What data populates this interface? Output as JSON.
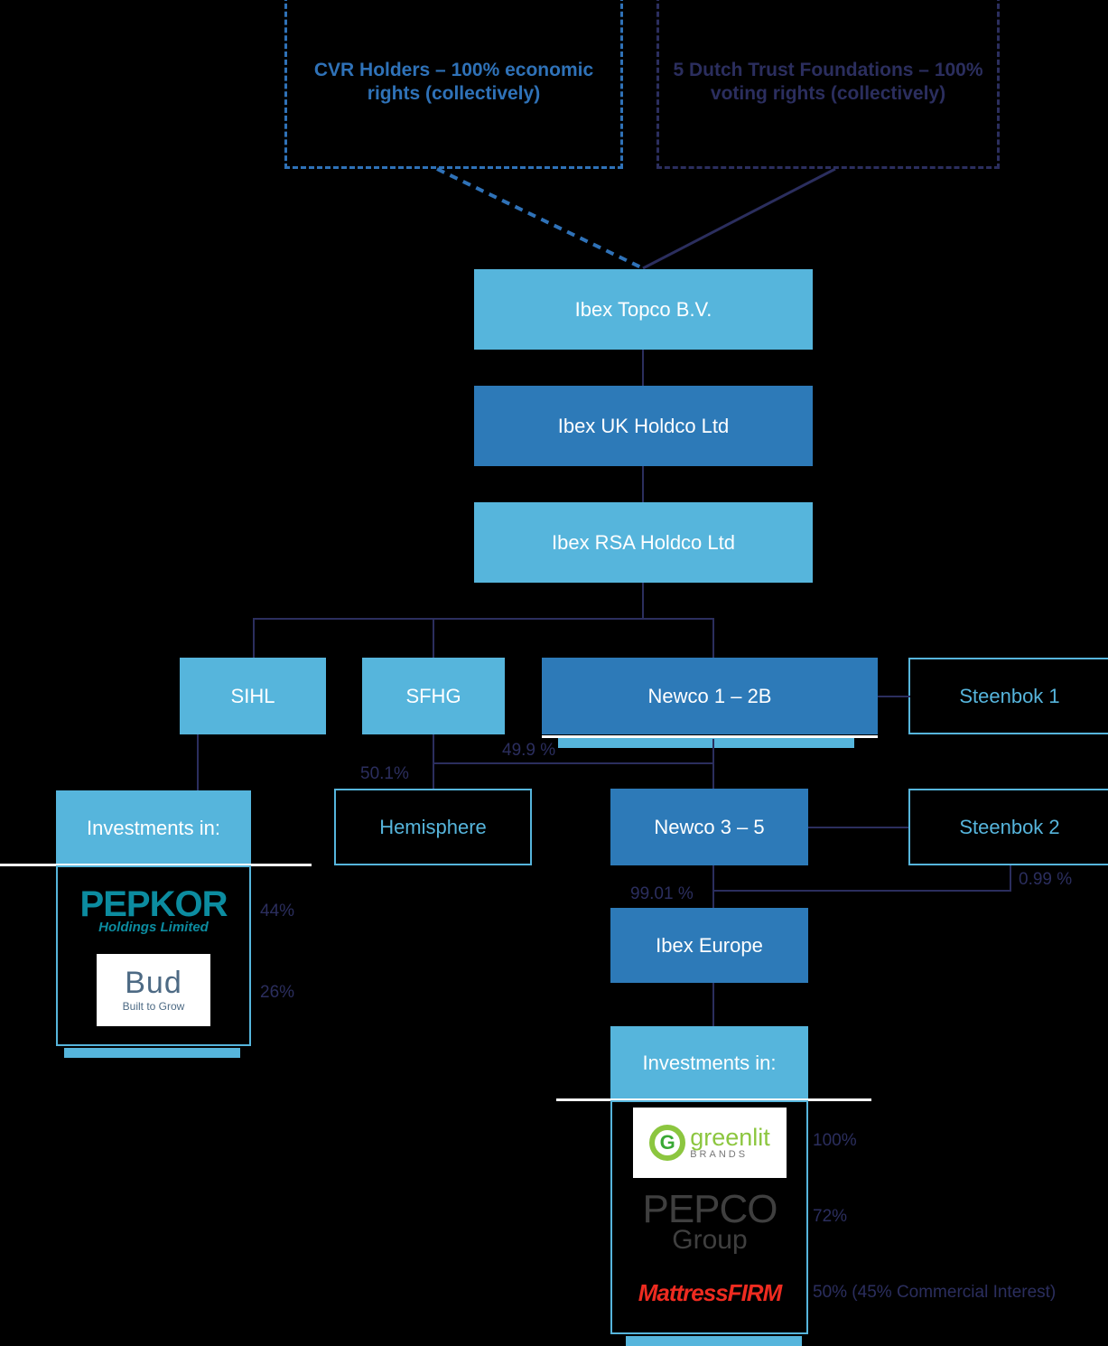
{
  "diagram": {
    "title": "Ibex group structure chart",
    "colors": {
      "light_blue": "#56b5dc",
      "dark_blue": "#2d7ab8",
      "navy": "#2b2e5e",
      "accent_blue": "#2f72b8"
    },
    "top_boxes": [
      {
        "id": "cvr-holders",
        "label": "CVR Holders – 100% economic rights (collectively)",
        "style": "dashed-blue"
      },
      {
        "id": "dutch-trust",
        "label": "5 Dutch Trust Foundations – 100% voting rights (collectively)",
        "style": "dashed-navy"
      }
    ],
    "nodes": {
      "topco": "Ibex Topco B.V.",
      "uk_holdco": "Ibex UK Holdco Ltd",
      "rsa_holdco": "Ibex RSA Holdco Ltd",
      "sihl": "SIHL",
      "sfhg": "SFHG",
      "newco_1_2b": "Newco 1 – 2B",
      "steenbok_1": "Steenbok 1",
      "hemisphere": "Hemisphere",
      "newco_3_5": "Newco 3 – 5",
      "steenbok_2": "Steenbok 2",
      "ibex_europe": "Ibex Europe"
    },
    "percent_labels": {
      "sfhg_to_hemisphere": "50.1%",
      "newco12b_to_hemisphere": "49.9 %",
      "newco35_to_europe": "99.01 %",
      "steenbok2_to_europe": "0.99 %"
    },
    "investments_left": {
      "header": "Investments in:",
      "items": [
        {
          "logo": "pepkor-logo",
          "logo_text": "PEPKOR",
          "logo_sub": "Holdings Limited",
          "percent": "44%"
        },
        {
          "logo": "bud-logo",
          "logo_text": "Bud",
          "logo_sub": "Built to Grow",
          "percent": "26%"
        }
      ]
    },
    "investments_right": {
      "header": "Investments in:",
      "items": [
        {
          "logo": "greenlit-brands-logo",
          "logo_text": "greenlit",
          "logo_sub": "BRANDS",
          "percent": "100%"
        },
        {
          "logo": "pepco-group-logo",
          "logo_text": "PEPCO",
          "logo_sub": "Group",
          "percent": "72%"
        },
        {
          "logo": "mattress-firm-logo",
          "logo_text": "MattressFIRM",
          "logo_sub": "",
          "percent": "50% (45% Commercial Interest)"
        }
      ]
    }
  }
}
